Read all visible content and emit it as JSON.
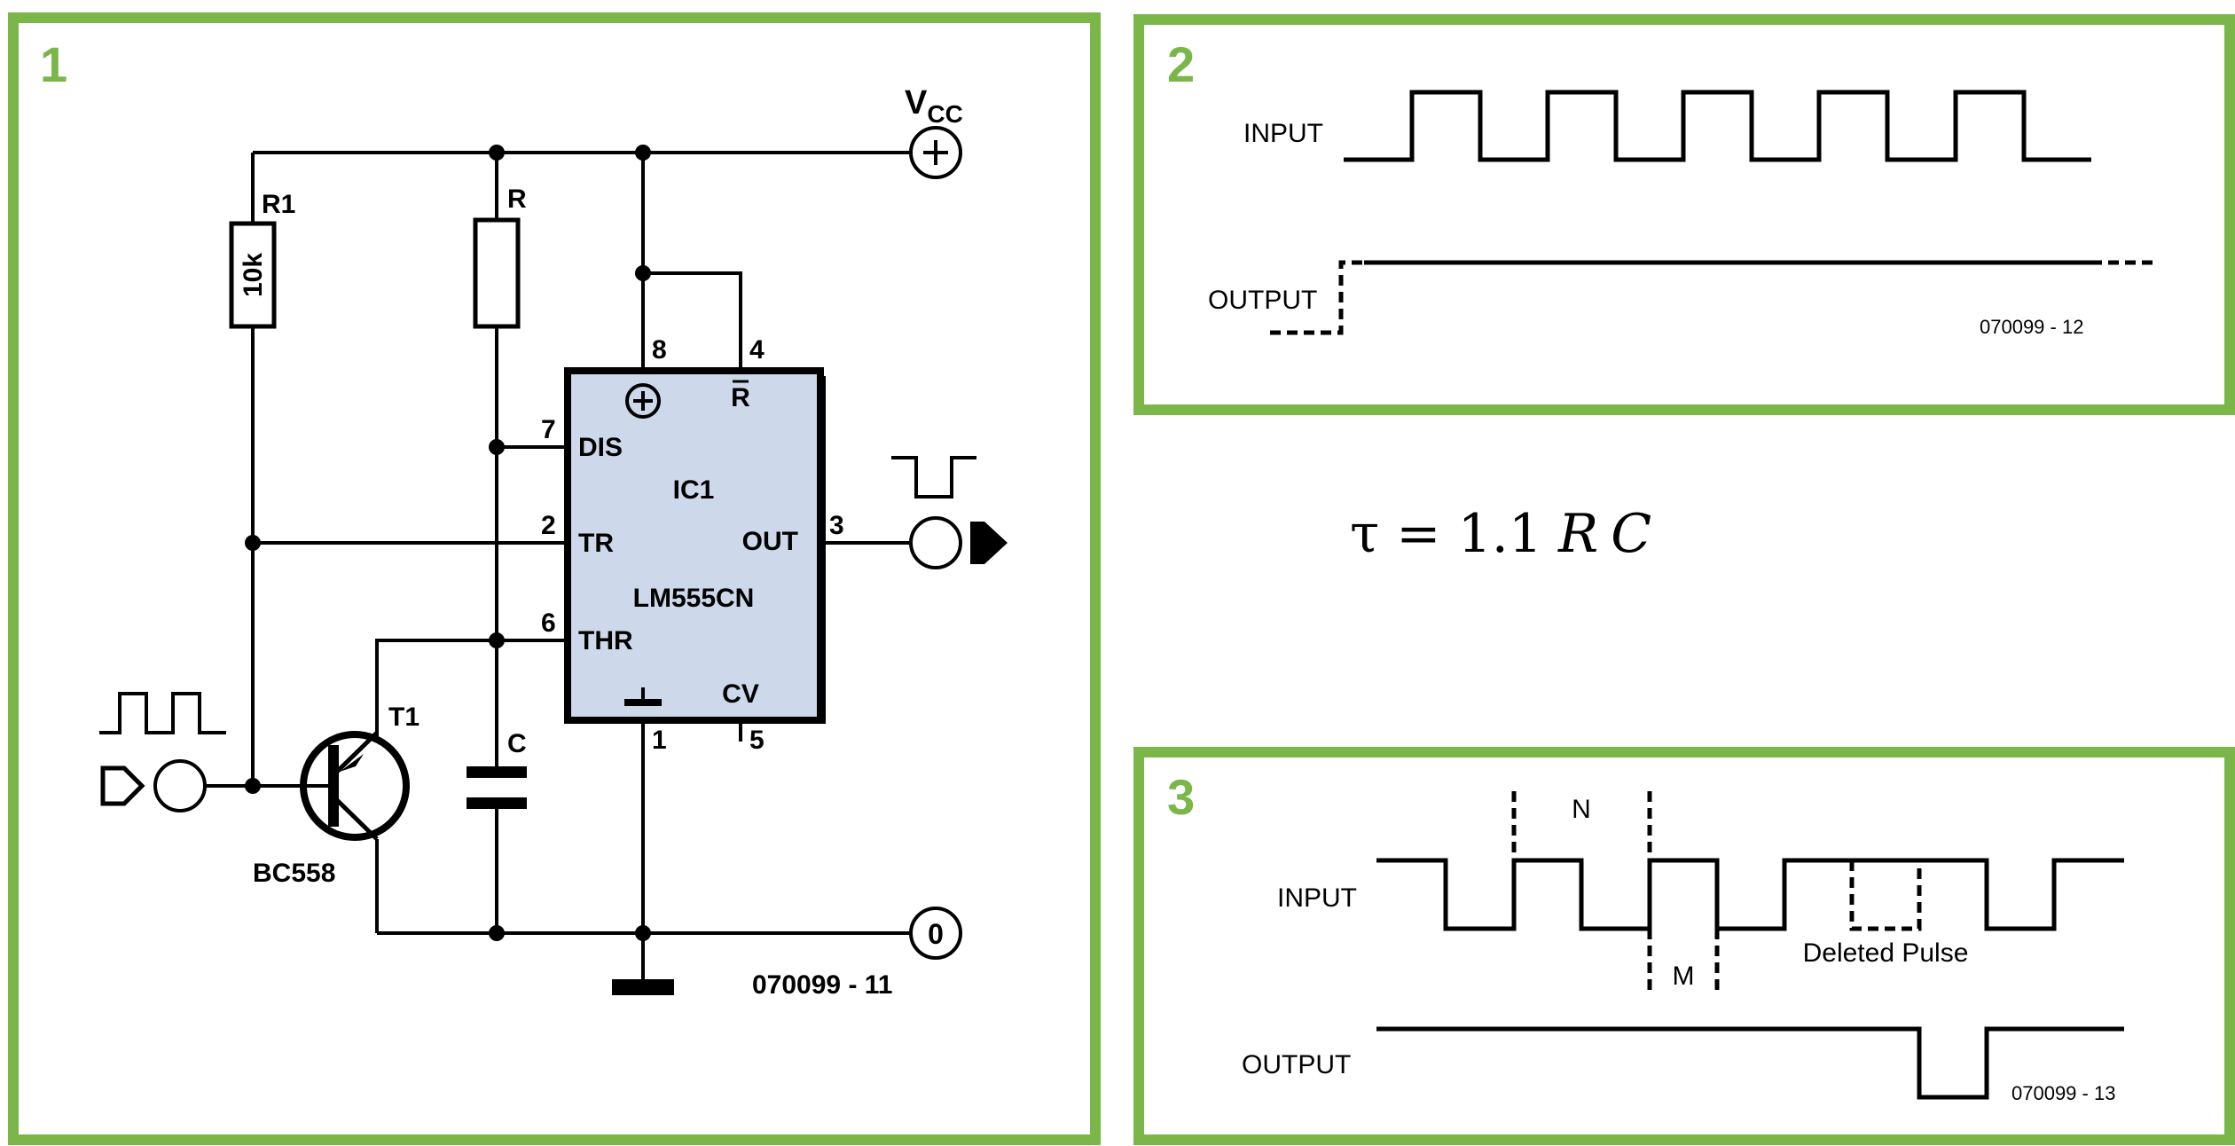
{
  "colors": {
    "frame": "#7ab648",
    "ic_fill": "#cdd9ea",
    "line": "#000000"
  },
  "panel1": {
    "number": "1",
    "vcc": "V",
    "vcc_sub": "CC",
    "plus": "+",
    "zero": "0",
    "r1_name": "R1",
    "r1_value": "10k",
    "r_name": "R",
    "c_name": "C",
    "t1_name": "T1",
    "t1_part": "BC558",
    "ic_name": "IC1",
    "ic_part": "LM555CN",
    "pin8": "8",
    "pin4": "4",
    "pin7": "7",
    "pin2": "2",
    "pin6": "6",
    "pin1": "1",
    "pin5": "5",
    "pin3": "3",
    "dis": "DIS",
    "tr": "TR",
    "thr": "THR",
    "out": "OUT",
    "cv": "CV",
    "reset": "R",
    "code": "070099 - 11"
  },
  "panel2": {
    "number": "2",
    "input_label": "INPUT",
    "output_label": "OUTPUT",
    "code": "070099 - 12"
  },
  "formula": {
    "tau": "τ = 1.1",
    "r": "R",
    "c": "C"
  },
  "panel3": {
    "number": "3",
    "input_label": "INPUT",
    "output_label": "OUTPUT",
    "n_label": "N",
    "m_label": "M",
    "deleted": "Deleted Pulse",
    "code": "070099 - 13"
  }
}
